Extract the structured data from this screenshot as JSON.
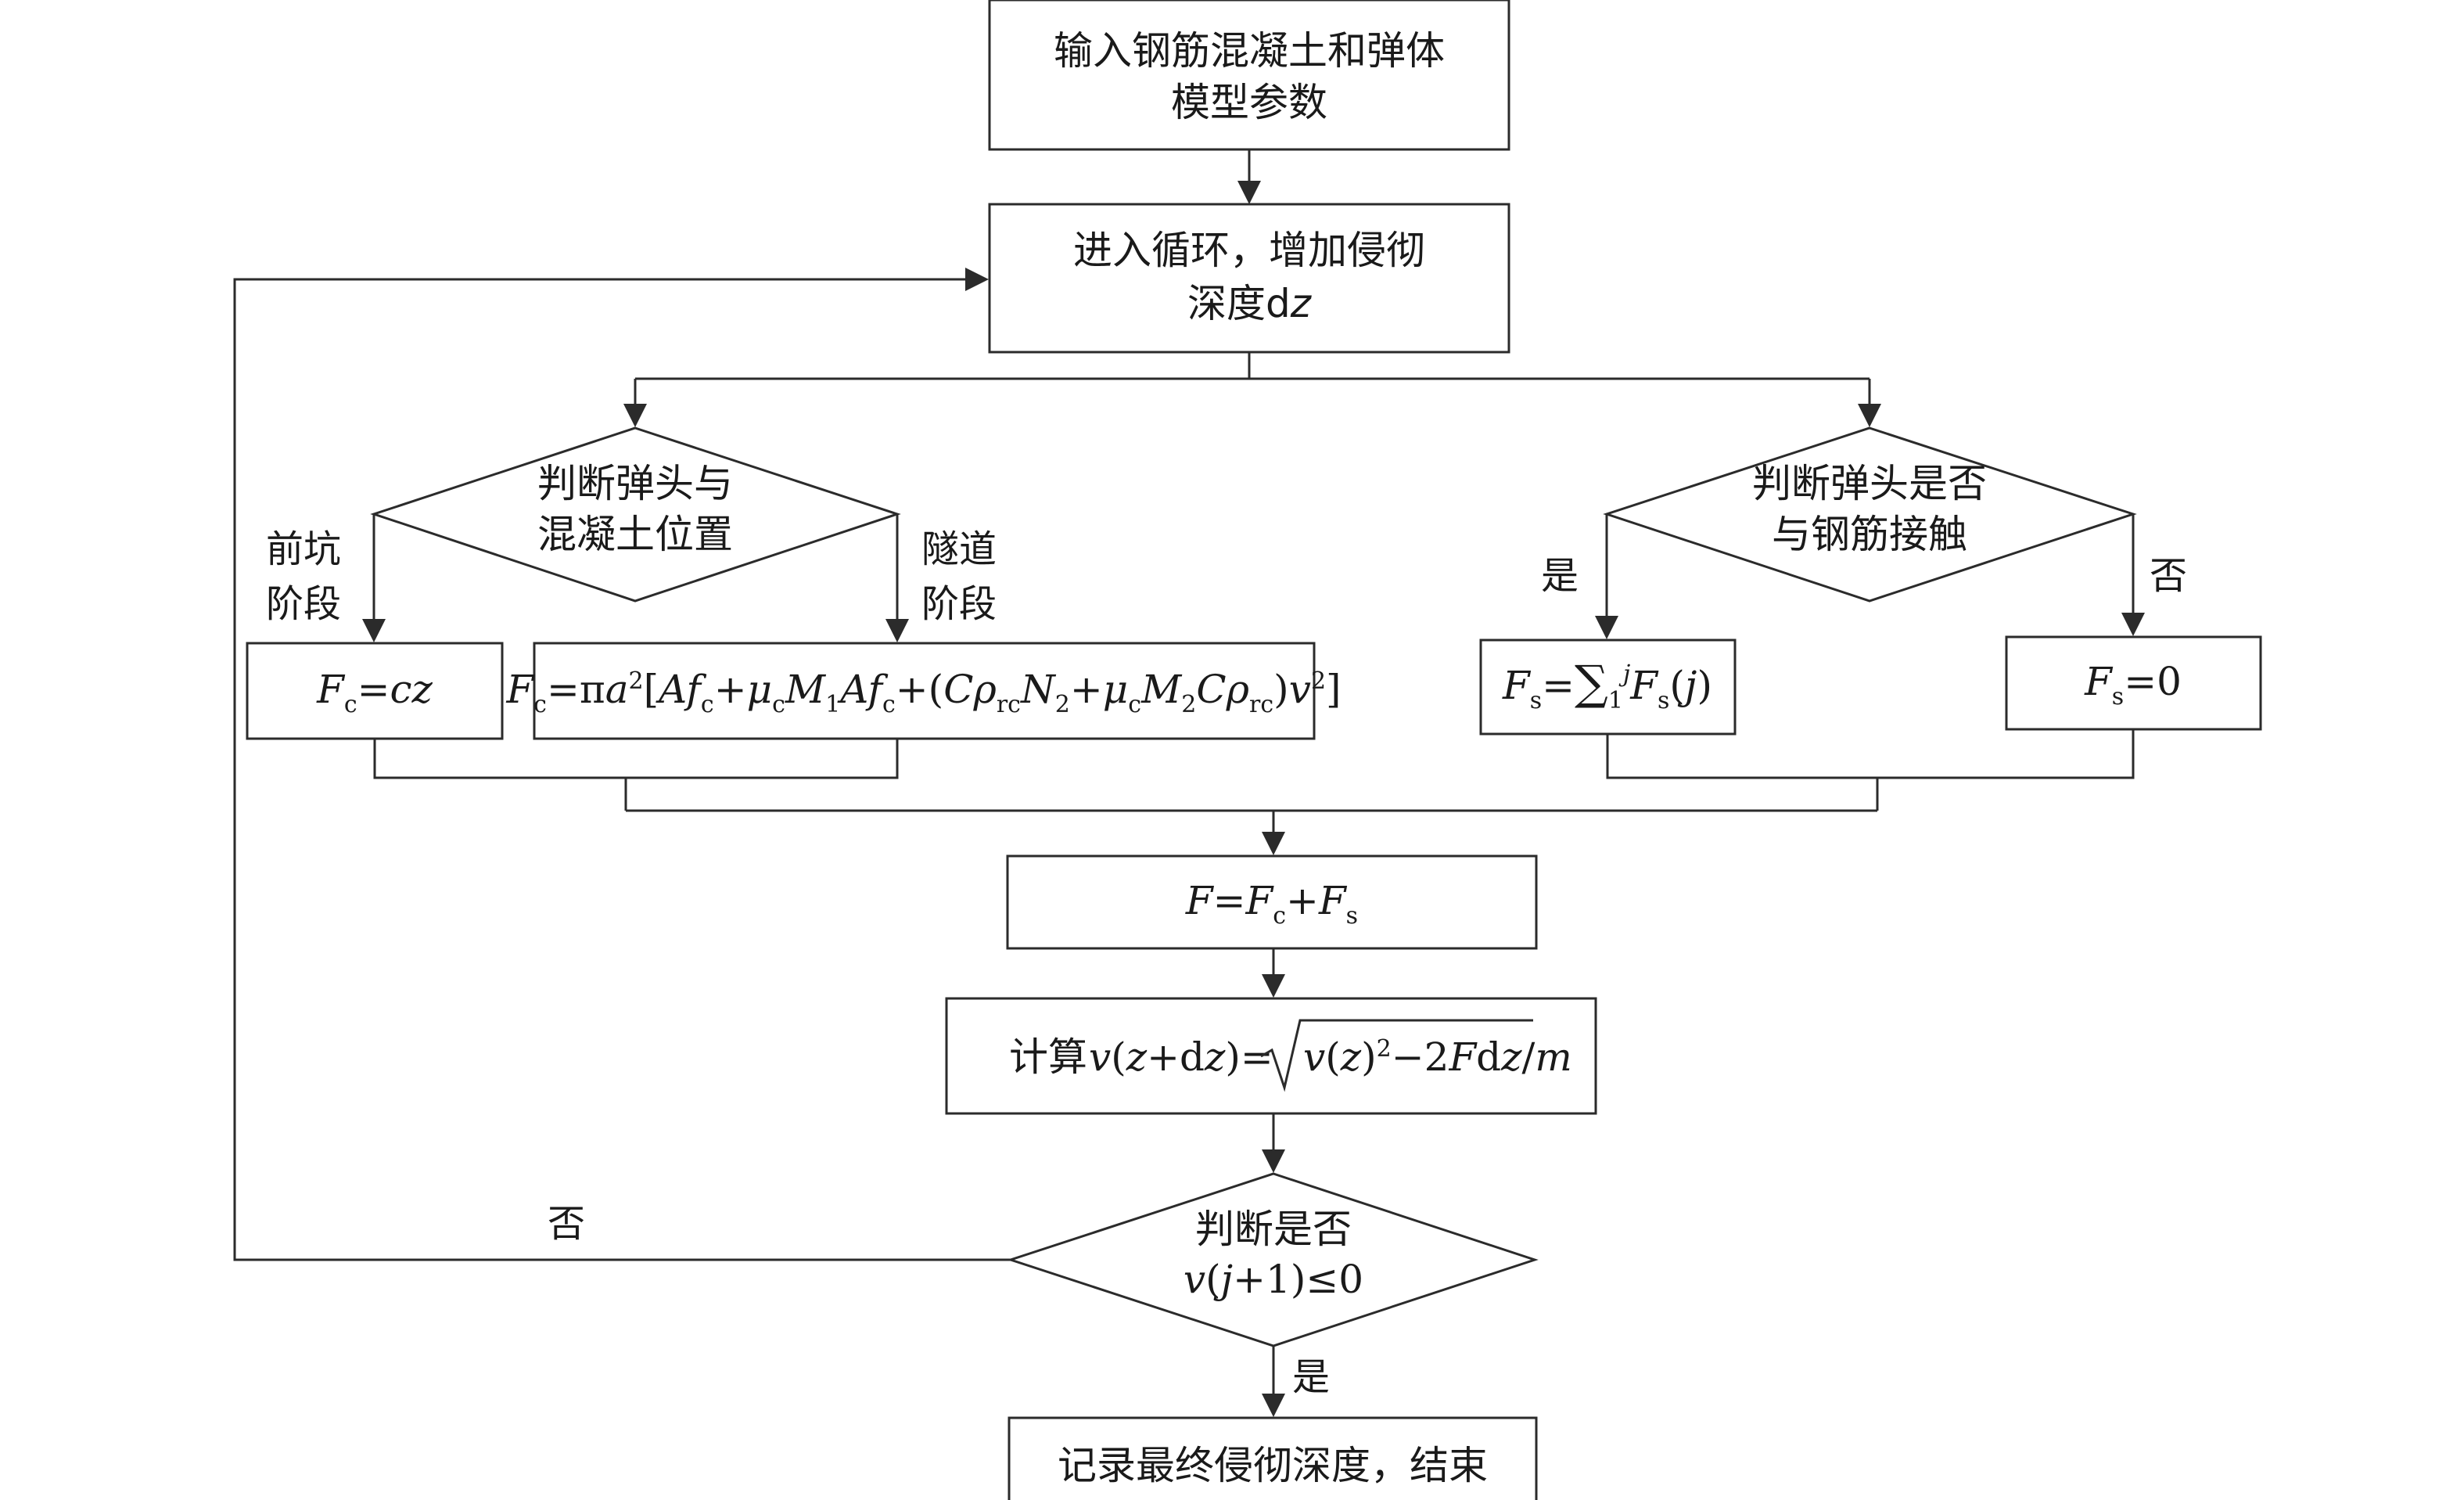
{
  "nodes": {
    "input": {
      "line1": "输入钢筋混凝土和弹体",
      "line2": "模型参数"
    },
    "loop": {
      "line1": "进入循环，增加侵彻",
      "line2_prefix": "深度d",
      "line2_var": "z"
    },
    "decision_concrete": {
      "line1": "判断弹头与",
      "line2": "混凝土位置"
    },
    "decision_rebar": {
      "line1": "判断弹头是否",
      "line2": "与钢筋接触"
    },
    "formula_crater": "Fc=cz",
    "formula_tunnel": "Fc=πa²[Afc+μcM1Afc+(CρrcN2+μcM2Cρrc)v²]",
    "formula_rebar_contact": "Fs=∑1jFs(j)",
    "formula_rebar_none": "Fs=0",
    "formula_total": "F=Fc+Fs",
    "compute": {
      "prefix": "计算",
      "formula": "v(z+dz)=√v(z)²−2Fdz/m"
    },
    "decision_stop": {
      "line1": "判断是否",
      "line2": "v(j+1)≤0"
    },
    "end": "记录最终侵彻深度，结束"
  },
  "labels": {
    "crater_stage": {
      "line1": "前坑",
      "line2": "阶段"
    },
    "tunnel_stage": {
      "line1": "隧道",
      "line2": "阶段"
    },
    "rebar_yes": "是",
    "rebar_no": "否",
    "loop_no": "否",
    "stop_yes": "是"
  },
  "colors": {
    "stroke": "#2b2b2b",
    "text": "#1a1a1a",
    "background": "#ffffff"
  }
}
